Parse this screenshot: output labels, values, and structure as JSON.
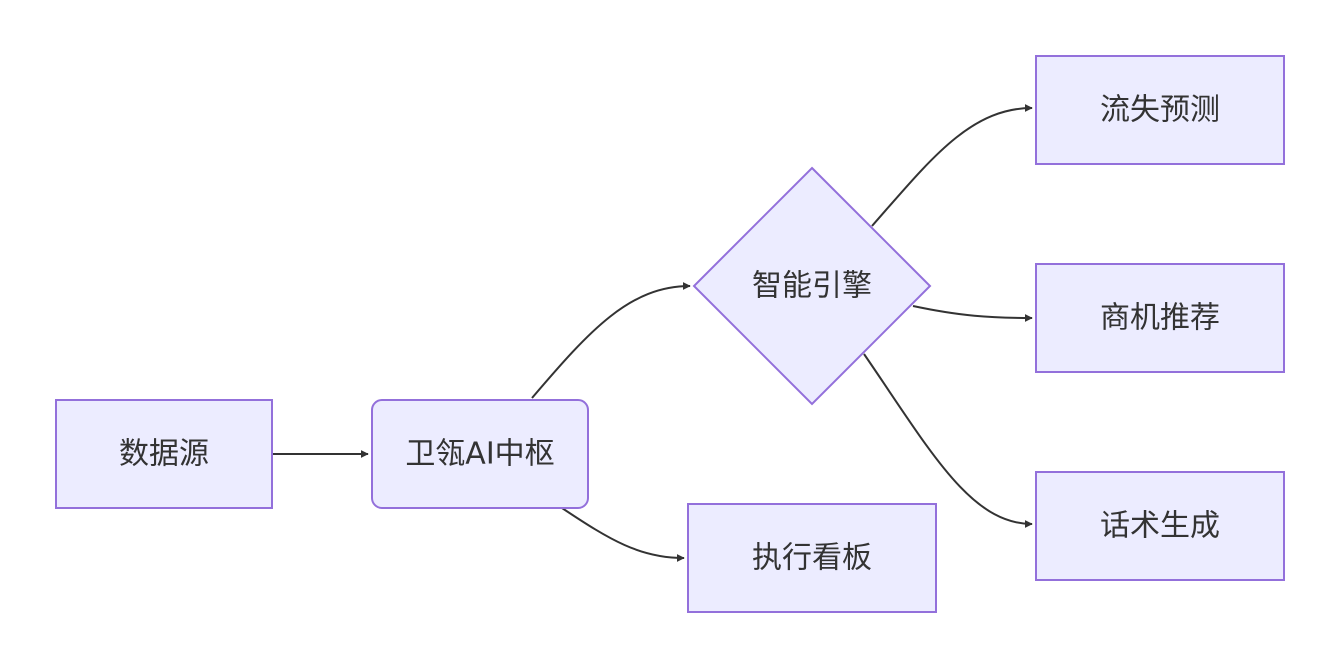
{
  "diagram": {
    "nodes": {
      "data_source": "数据源",
      "hub": "卫瓴AI中枢",
      "engine": "智能引擎",
      "dashboard": "执行看板",
      "churn": "流失预测",
      "opportunity": "商机推荐",
      "script": "话术生成"
    },
    "edges": [
      {
        "from": "数据源",
        "to": "卫瓴AI中枢"
      },
      {
        "from": "卫瓴AI中枢",
        "to": "智能引擎"
      },
      {
        "from": "卫瓴AI中枢",
        "to": "执行看板"
      },
      {
        "from": "智能引擎",
        "to": "流失预测"
      },
      {
        "from": "智能引擎",
        "to": "商机推荐"
      },
      {
        "from": "智能引擎",
        "to": "话术生成"
      }
    ],
    "colors": {
      "node_fill": "#ECECFF",
      "node_stroke": "#9370DB",
      "edge": "#333333",
      "text": "#333333"
    }
  }
}
